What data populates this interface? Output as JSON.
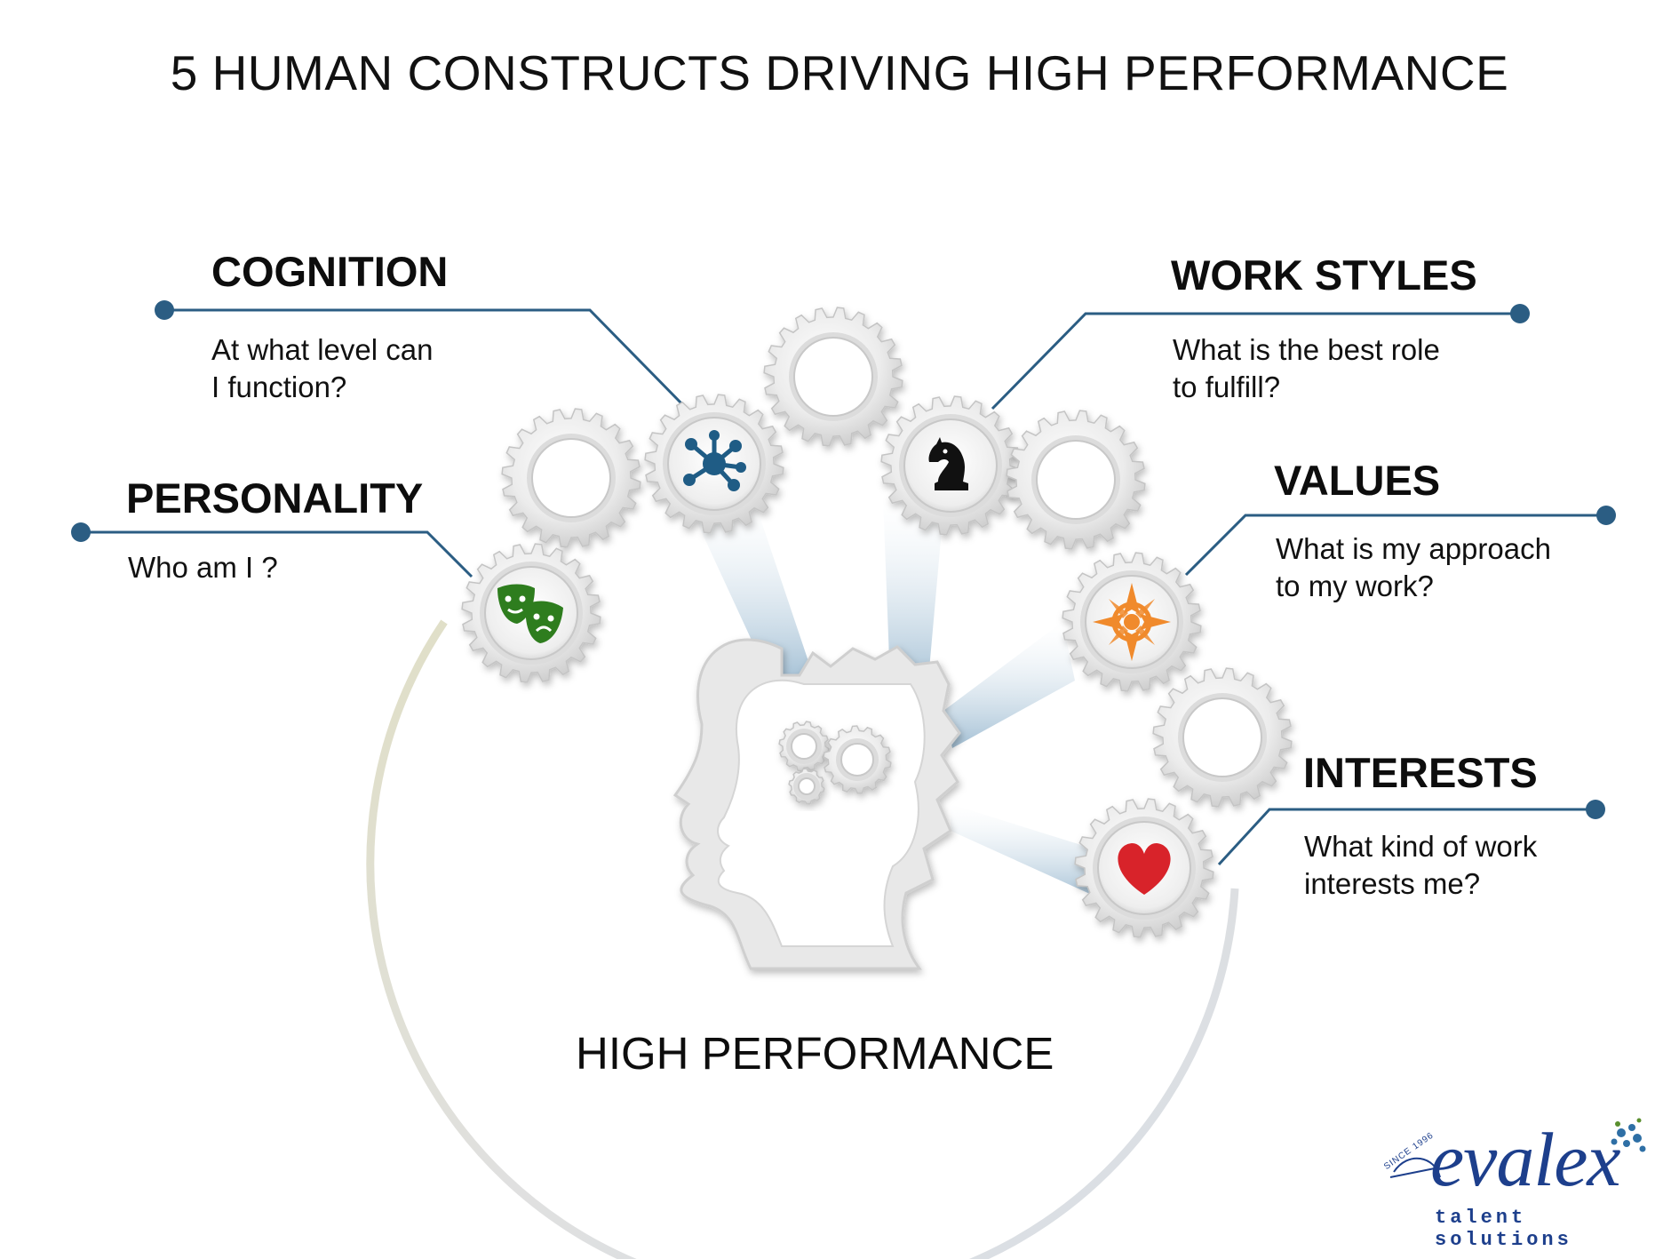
{
  "title": "5 HUMAN CONSTRUCTS DRIVING HIGH PERFORMANCE",
  "center_label": "HIGH PERFORMANCE",
  "colors": {
    "connector": "#2b5d83",
    "beam": "#9fbdd3",
    "gear": "#e6e6e6",
    "personality_icon": "#2e7d1e",
    "cognition_icon": "#1f5c85",
    "work_styles_icon": "#111111",
    "values_icon": "#f08a2c",
    "interests_icon": "#d8232a",
    "logo": "#1d3f8c",
    "logo_dots": "#2e6fa5"
  },
  "constructs": {
    "cognition": {
      "title": "COGNITION",
      "question": "At what level can\nI function?",
      "icon": "network-icon"
    },
    "personality": {
      "title": "PERSONALITY",
      "question": "Who am I ?",
      "icon": "theater-masks-icon"
    },
    "work_styles": {
      "title": "WORK STYLES",
      "question": "What is the best role\nto fulfill?",
      "icon": "chess-knight-icon"
    },
    "values": {
      "title": "VALUES",
      "question": "What is my approach\nto my work?",
      "icon": "compass-icon"
    },
    "interests": {
      "title": "INTERESTS",
      "question": "What kind of work\ninterests me?",
      "icon": "heart-icon"
    }
  },
  "center_icon": "head-with-gears-icon",
  "logo": {
    "wordmark": "evalex",
    "tagline": "talent solutions",
    "badge": "SINCE 1996"
  }
}
